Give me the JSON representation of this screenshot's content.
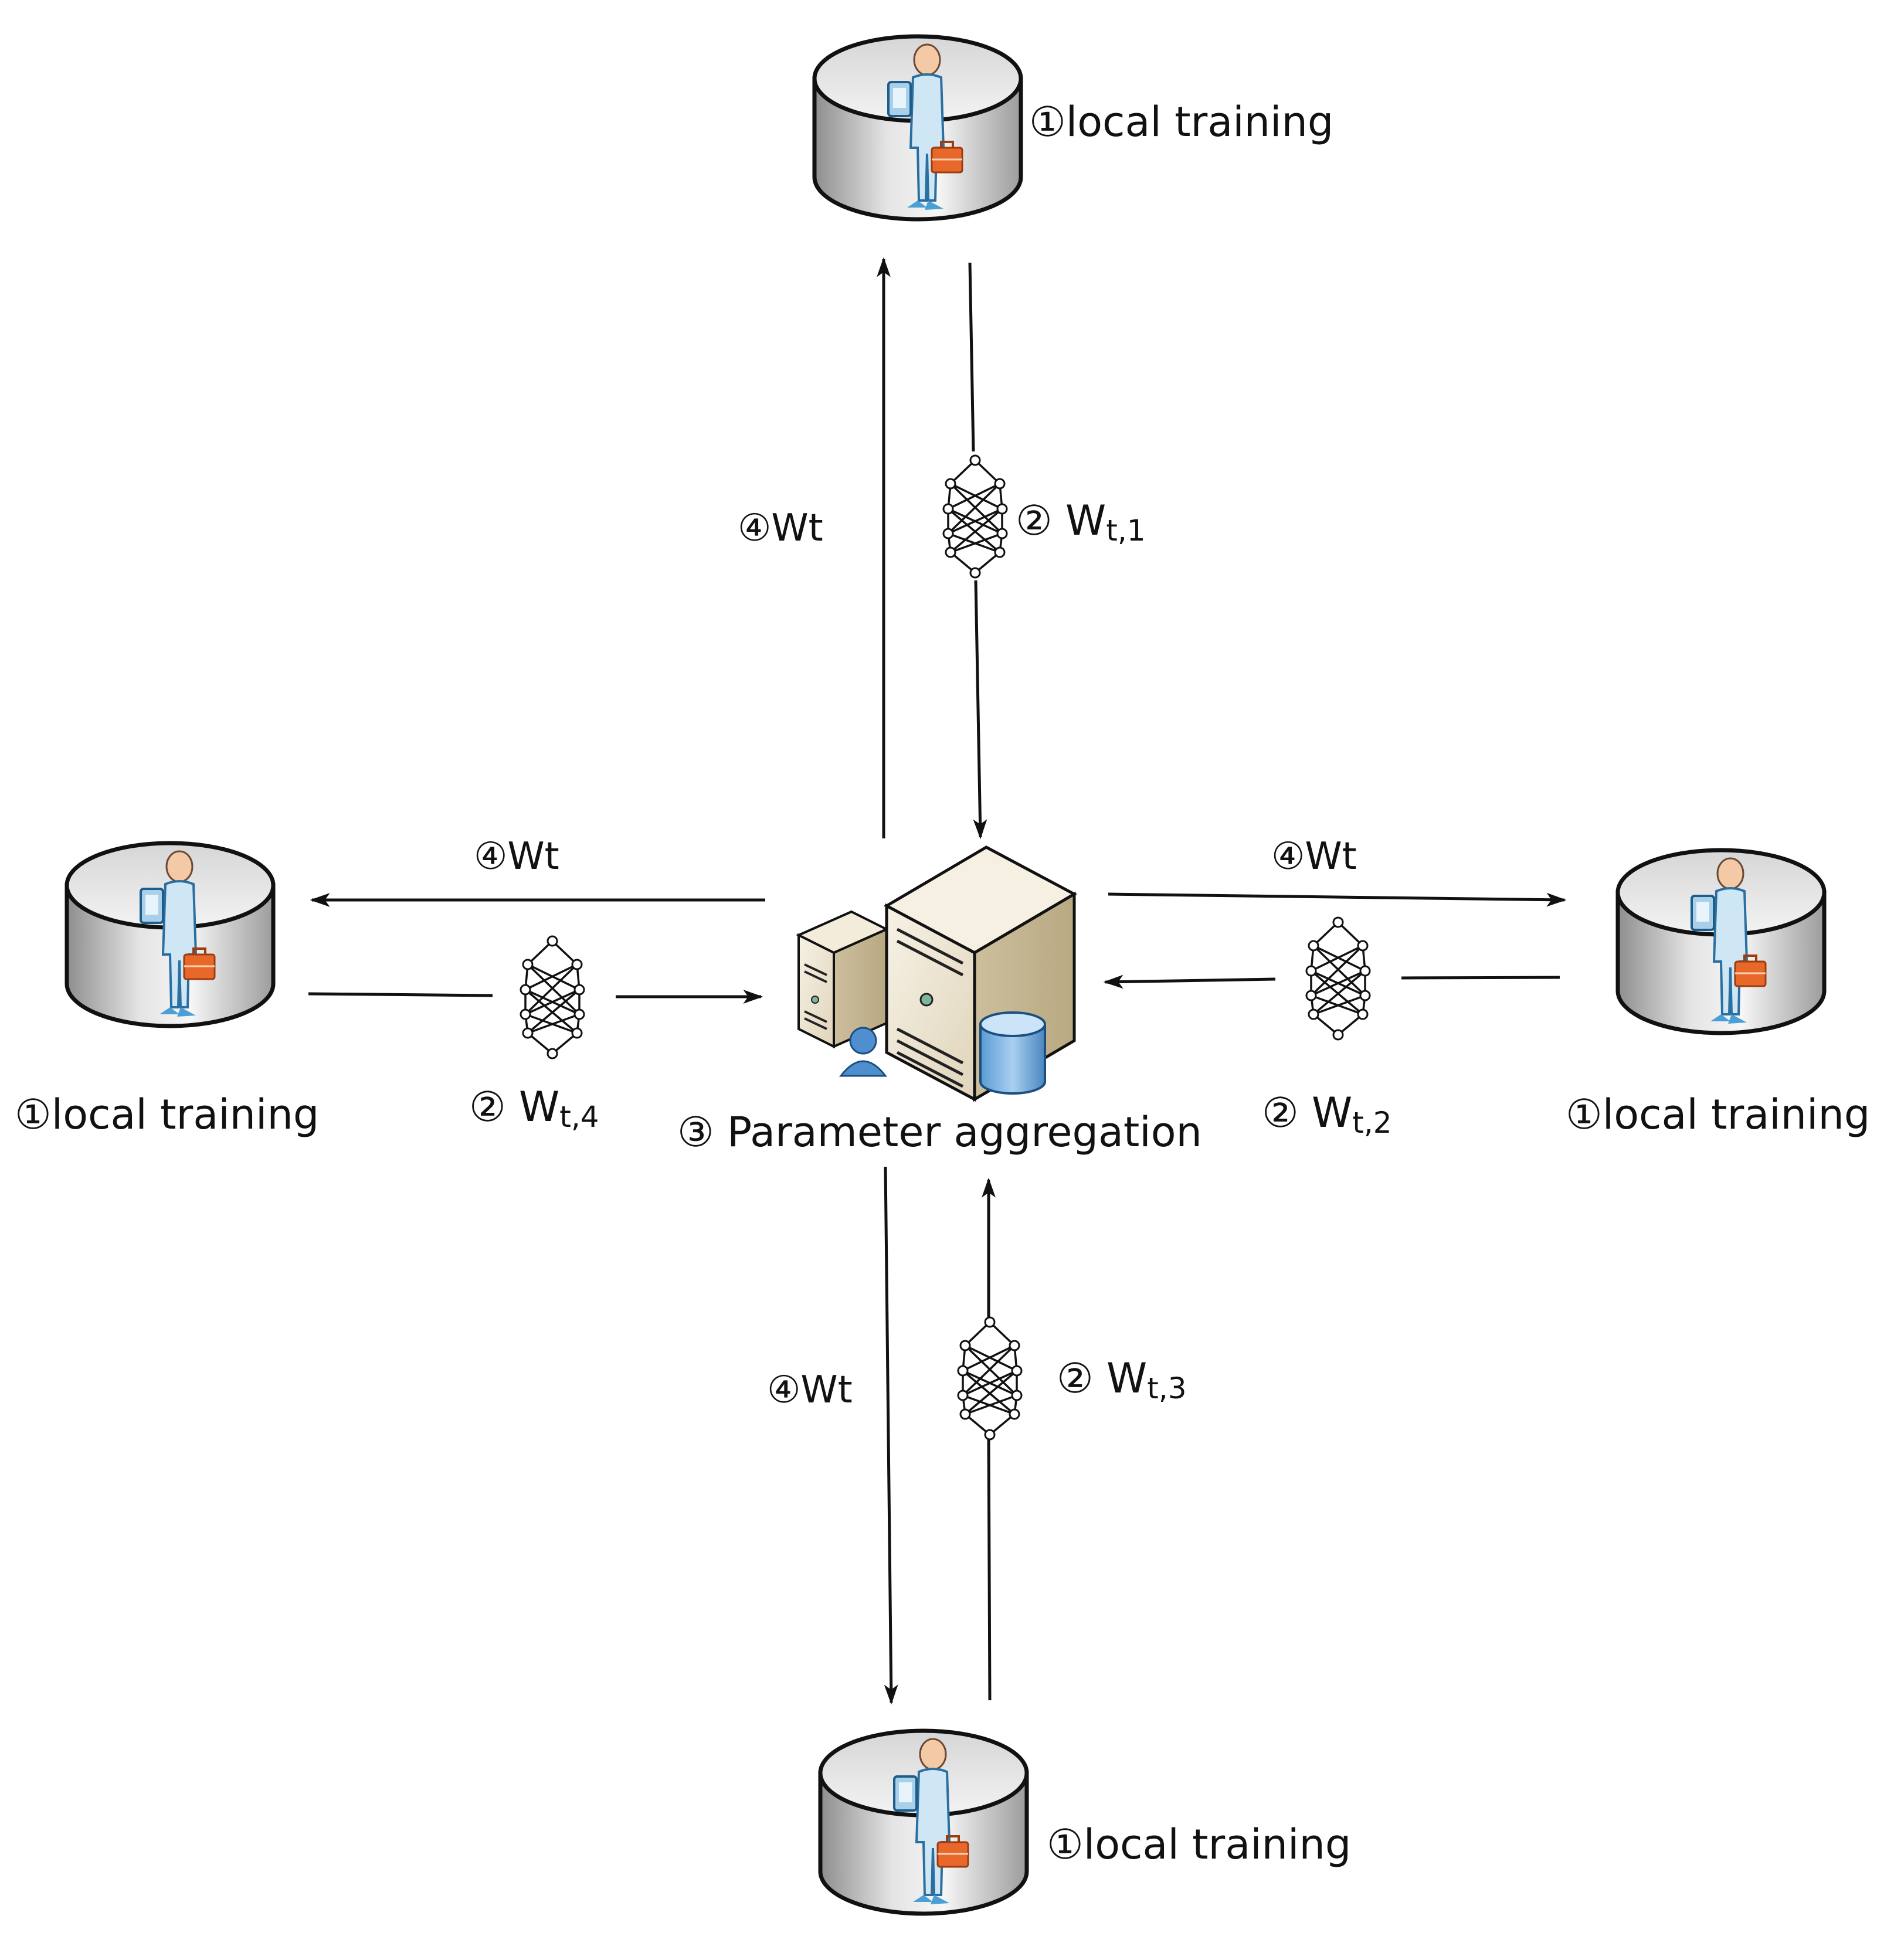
{
  "nodes": {
    "top": {
      "label": "①local training"
    },
    "left": {
      "label": "①local training"
    },
    "right": {
      "label": "①local training"
    },
    "bottom": {
      "label": "①local training"
    }
  },
  "server": {
    "label": "③ Parameter aggregation"
  },
  "downlink": {
    "top": {
      "circle": "④",
      "text": "Wt"
    },
    "left": {
      "circle": "④",
      "text": "Wt"
    },
    "right": {
      "circle": "④",
      "text": "Wt"
    },
    "bottom": {
      "circle": "④",
      "text": "Wt"
    }
  },
  "uplink": {
    "top": {
      "prefix": "② ",
      "main": "W",
      "sub": "t,1"
    },
    "right": {
      "prefix": "② ",
      "main": "W",
      "sub": "t,2"
    },
    "bottom": {
      "prefix": "② ",
      "main": "W",
      "sub": "t,3"
    },
    "left": {
      "prefix": "② ",
      "main": "W",
      "sub": "t,4"
    }
  },
  "icons": {
    "client": "client-database-with-user-icon",
    "server": "server-cluster-icon",
    "model": "neural-network-icon"
  },
  "colors": {
    "line": "#111111",
    "cylinder": "#dcdcdc",
    "person": "#cfe6f5",
    "briefcase": "#e8682a",
    "server": "#ede4cf"
  }
}
